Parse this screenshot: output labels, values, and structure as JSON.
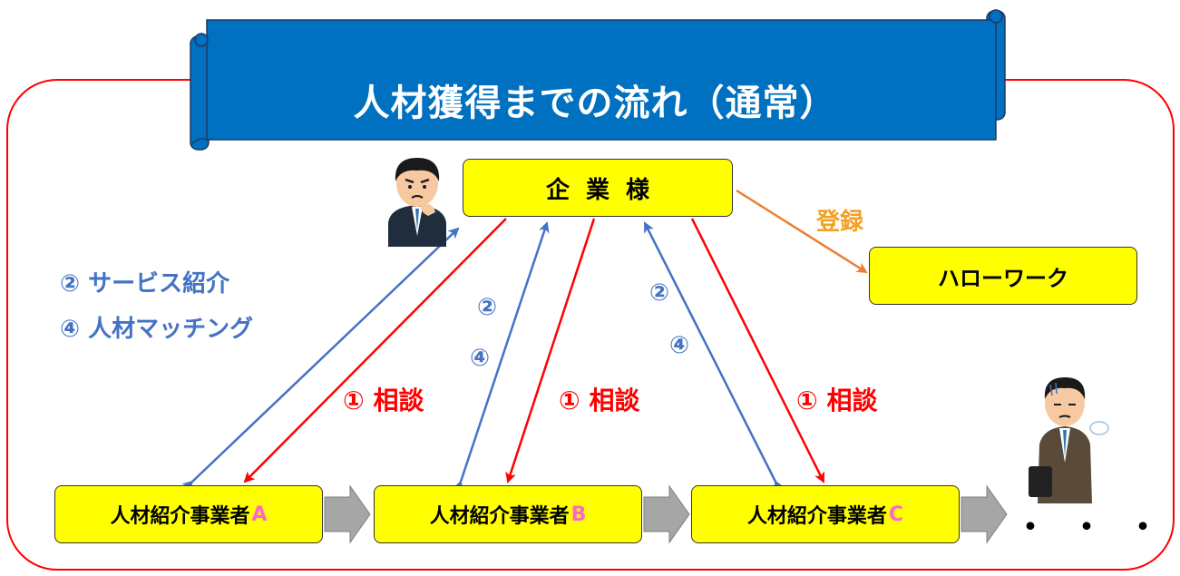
{
  "title": "人材獲得までの流れ（通常）",
  "company": "企業様",
  "hellowork": "ハローワーク",
  "register_label": "登録",
  "agency_prefix": "人材紹介事業者",
  "agencies": [
    "A",
    "B",
    "C"
  ],
  "legend": {
    "line1": "② サービス紹介",
    "line2": "④ 人材マッチング"
  },
  "step2": "②",
  "step4": "④",
  "consult_label": "① 相談",
  "ellipsis": "・・・・",
  "colors": {
    "banner": "#0070c0",
    "frame": "#ff0000",
    "box": "#ffff00",
    "blue_arrow": "#4472c4",
    "red_arrow": "#ff0000",
    "orange_arrow": "#ed7d31",
    "chevron": "#a6a6a6",
    "agency_letter": "#ff66cc"
  }
}
